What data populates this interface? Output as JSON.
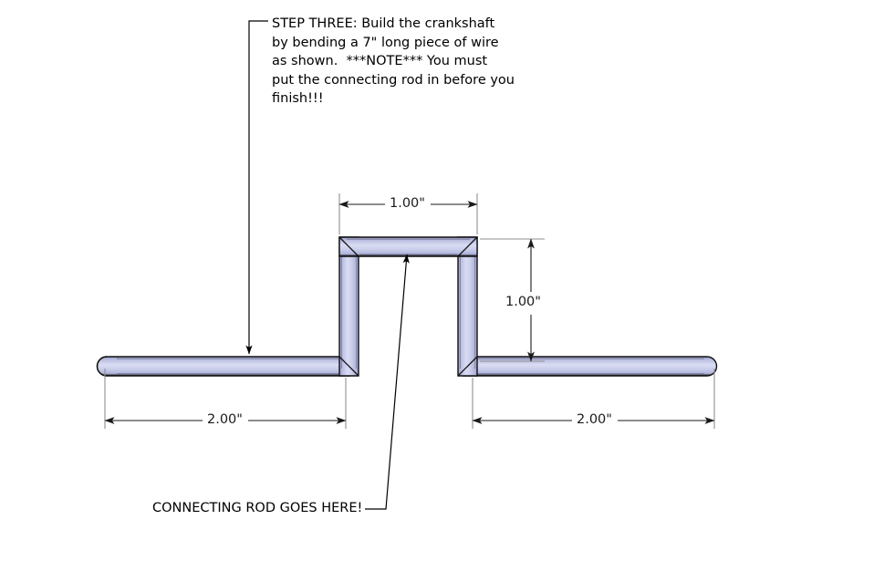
{
  "drawing": {
    "title": "Crankshaft bending instructions",
    "background_color": "#ffffff",
    "line_color": "#000000",
    "dimension_line_color": "#2b2b2b",
    "extension_line_color": "#8f8f8f",
    "wire_color_light": "#d3d6ef",
    "wire_color_mid": "#b9bde1",
    "wire_color_dark": "#8d92bf",
    "wire_outline_color": "#111111"
  },
  "notes": {
    "step_note": "STEP THREE: Build the crankshaft\nby bending a 7\" long piece of wire\nas shown.  ***NOTE*** You must\nput the connecting rod in before you\nfinish!!!",
    "connecting_rod_note": "CONNECTING ROD GOES HERE!"
  },
  "dimensions": {
    "top_throw_width": "1.00\"",
    "throw_height": "1.00\"",
    "left_arm_length": "2.00\"",
    "right_arm_length": "2.00\""
  },
  "chart_data": {
    "type": "diagram",
    "title": "Crankshaft wire bend layout",
    "units": "inches",
    "total_wire_length": "7\"",
    "segments": [
      {
        "name": "left-arm",
        "orientation": "horizontal",
        "length": "2.00\""
      },
      {
        "name": "left-riser",
        "orientation": "vertical",
        "length": "1.00\""
      },
      {
        "name": "top-throw",
        "orientation": "horizontal",
        "length": "1.00\""
      },
      {
        "name": "right-riser",
        "orientation": "vertical",
        "length": "1.00\""
      },
      {
        "name": "right-arm",
        "orientation": "horizontal",
        "length": "2.00\""
      }
    ],
    "annotations": [
      {
        "label": "STEP THREE note",
        "target": "left-arm"
      },
      {
        "label": "CONNECTING ROD GOES HERE!",
        "target": "top-throw"
      }
    ]
  }
}
